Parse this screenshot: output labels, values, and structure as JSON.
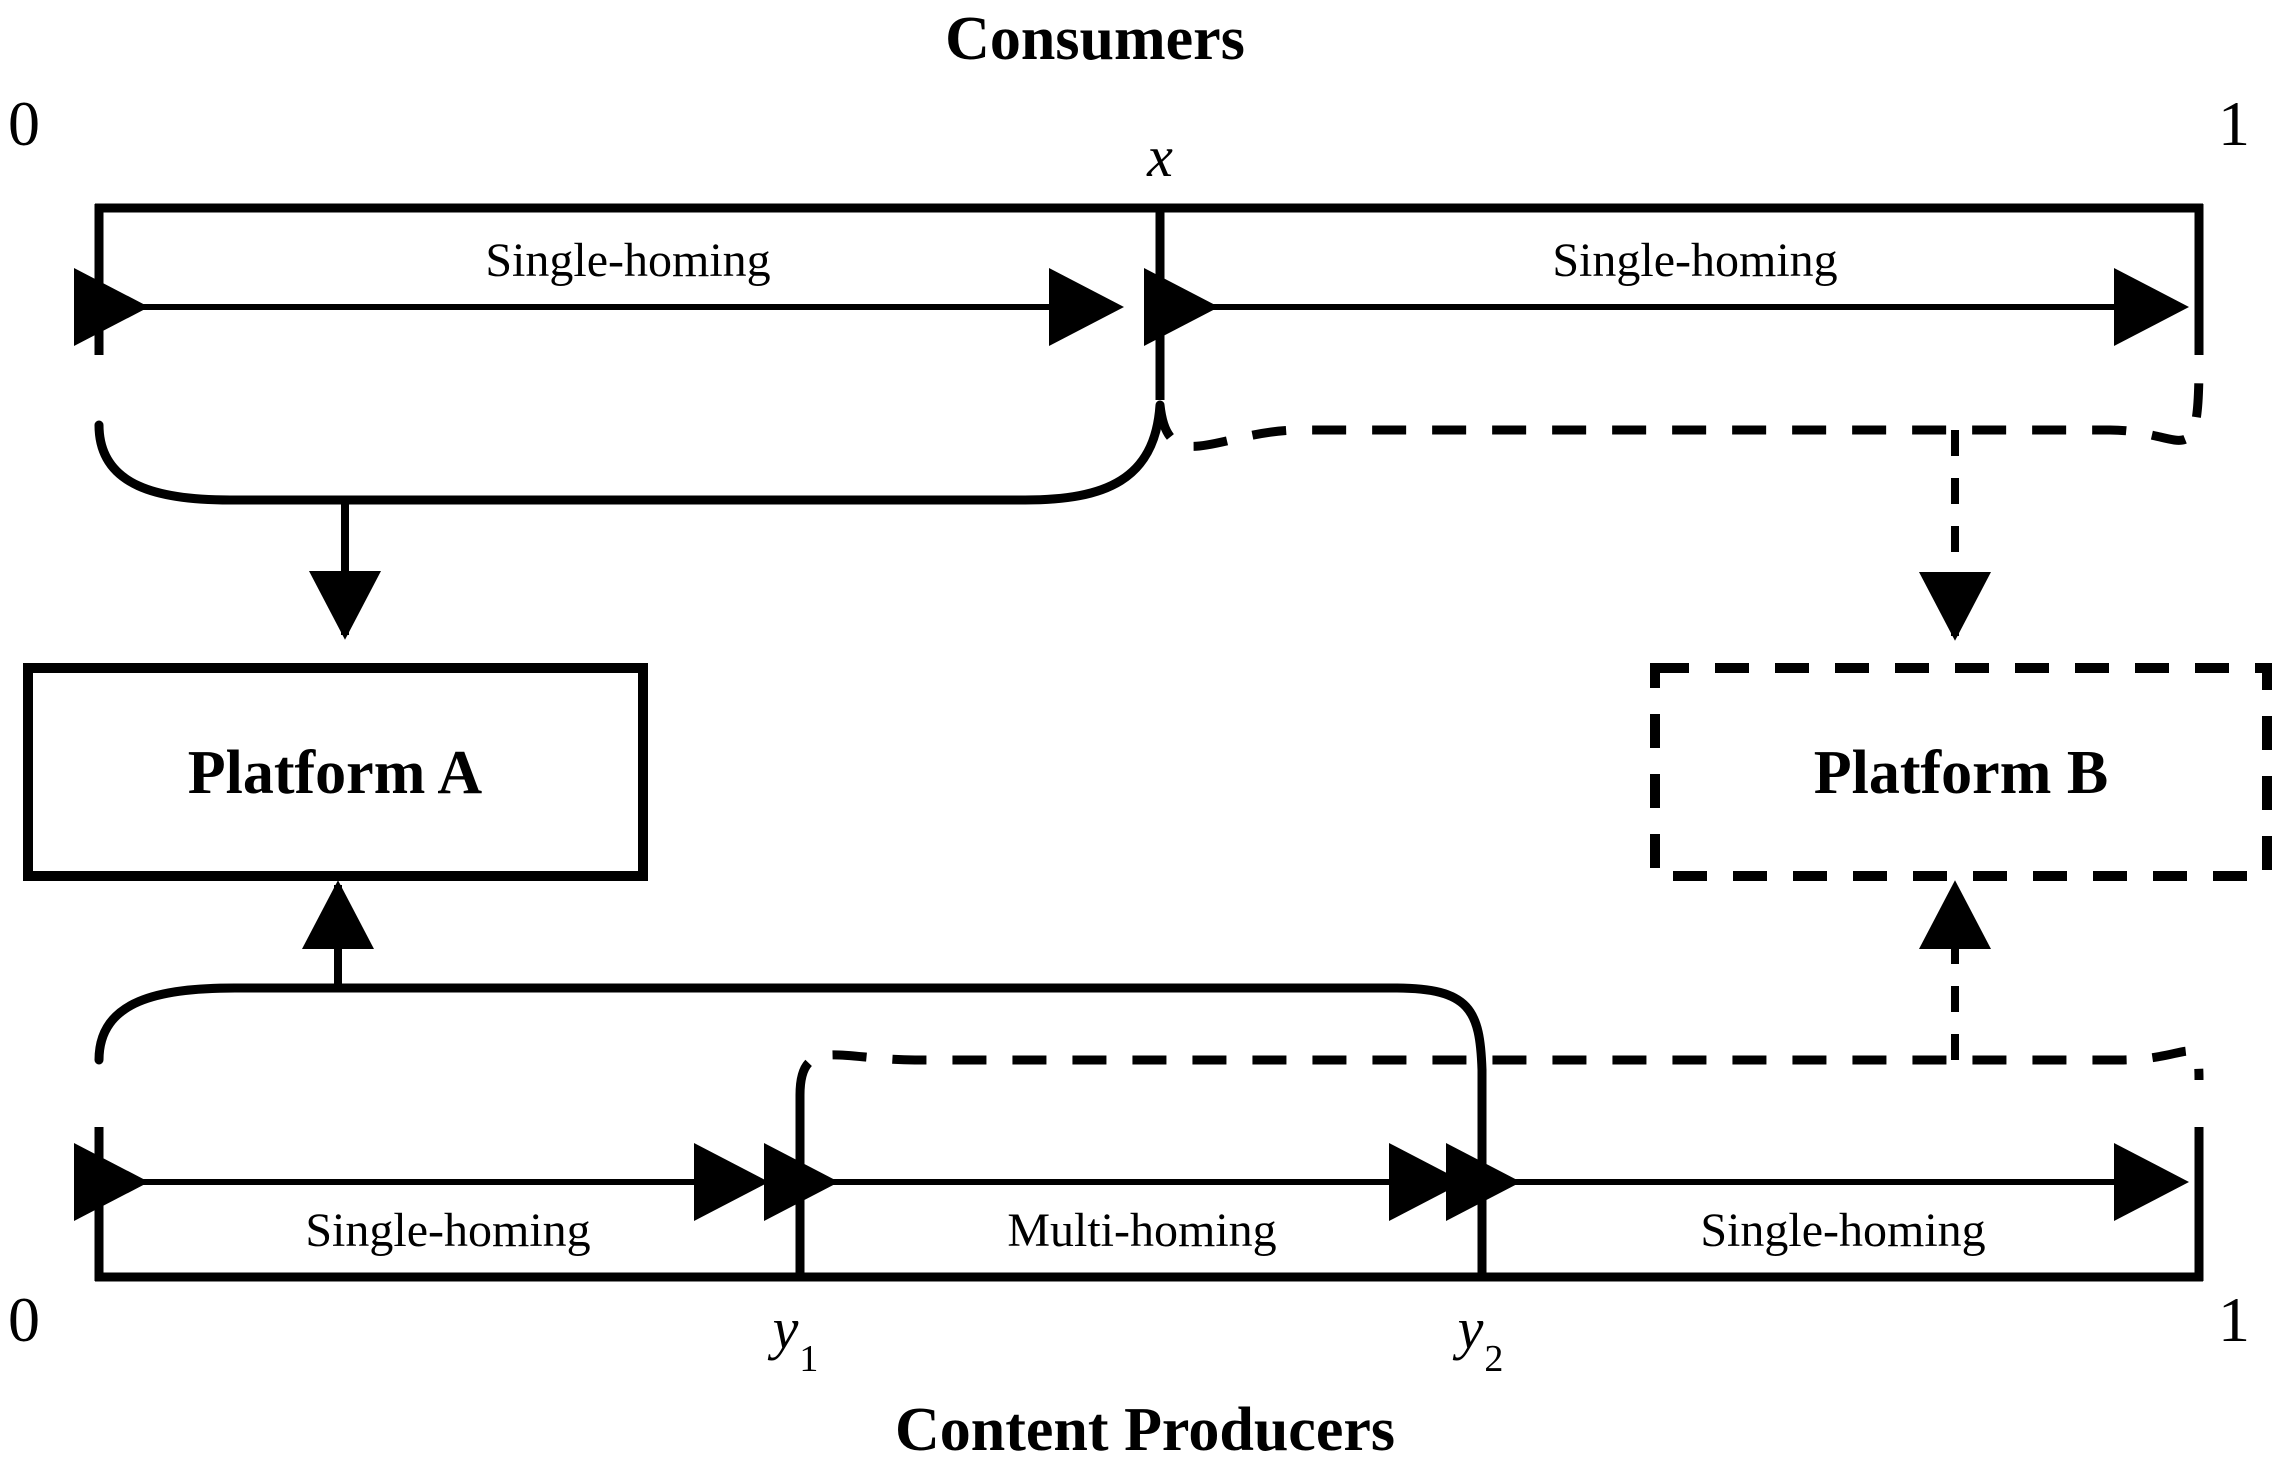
{
  "figure": {
    "type": "diagram",
    "subject": "two-sided platform homing diagram",
    "background_color": "#ffffff",
    "stroke_color": "#000000"
  },
  "top_section": {
    "title": "Consumers",
    "axis": {
      "left_endpoint": "0",
      "right_endpoint": "1",
      "divider_label": "x",
      "segments": [
        {
          "label": "Single-homing",
          "side": "left",
          "homing": "single",
          "platform": "A",
          "line_style": "solid"
        },
        {
          "label": "Single-homing",
          "side": "right",
          "homing": "single",
          "platform": "B",
          "line_style": "dashed"
        }
      ]
    }
  },
  "platforms": [
    {
      "id": "A",
      "label": "Platform A",
      "border_style": "solid"
    },
    {
      "id": "B",
      "label": "Platform B",
      "border_style": "dashed"
    }
  ],
  "bottom_section": {
    "title": "Content Producers",
    "axis": {
      "left_endpoint": "0",
      "right_endpoint": "1",
      "divider_labels": [
        "y1",
        "y2"
      ],
      "divider_label_1_base": "y",
      "divider_label_1_sub": "1",
      "divider_label_2_base": "y",
      "divider_label_2_sub": "2",
      "segments": [
        {
          "label": "Single-homing",
          "position": "left",
          "homing": "single",
          "platform": "A",
          "line_style": "solid"
        },
        {
          "label": "Multi-homing",
          "position": "middle",
          "homing": "multi",
          "platform": "A and B",
          "line_style": "both"
        },
        {
          "label": "Single-homing",
          "position": "right",
          "homing": "single",
          "platform": "B",
          "line_style": "dashed"
        }
      ]
    }
  },
  "connections": [
    {
      "from": "consumers-left-segment",
      "to": "Platform A",
      "style": "solid",
      "direction": "down"
    },
    {
      "from": "consumers-right-segment",
      "to": "Platform B",
      "style": "dashed",
      "direction": "down"
    },
    {
      "from": "producers-left-and-middle",
      "to": "Platform A",
      "style": "solid",
      "direction": "up"
    },
    {
      "from": "producers-middle-and-right",
      "to": "Platform B",
      "style": "dashed",
      "direction": "up"
    }
  ]
}
